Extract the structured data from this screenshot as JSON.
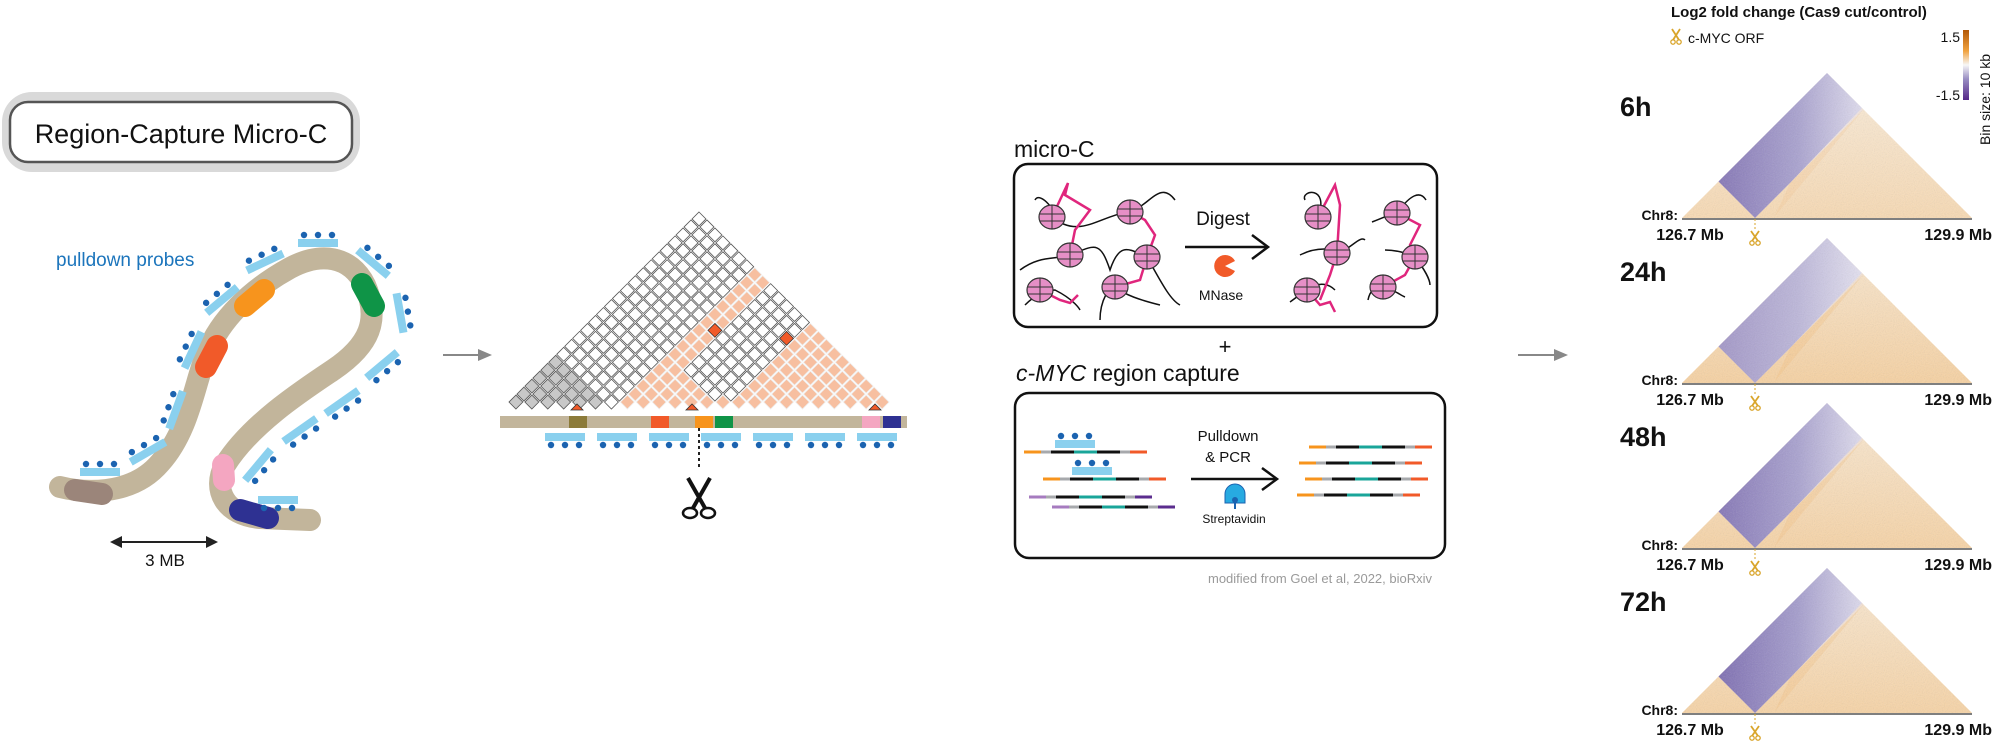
{
  "title_badge": "Region-Capture Micro-C",
  "chromatin": {
    "probe_label": "pulldown probes",
    "scale_label": "3 MB"
  },
  "micro_c": {
    "title": "micro-C",
    "step": "Digest",
    "enzyme": "MNase"
  },
  "plus": "+",
  "capture": {
    "title_italic": "c-MYC",
    "title_rest": " region capture",
    "step_line1": "Pulldown",
    "step_line2": "& PCR",
    "reagent": "Streptavidin"
  },
  "credit": "modified from Goel et al, 2022, bioRxiv",
  "heatmap_legend": {
    "title": "Log2 fold change (Cas9 cut/control)",
    "marker_label": "c-MYC ORF",
    "colorbar_max": "1.5",
    "colorbar_min": "-1.5",
    "bin_size": "Bin size: 10 kb",
    "color_high": "#b35806",
    "color_mid": "#f7f7f7",
    "color_low": "#542788"
  },
  "panels": [
    {
      "label": "6h",
      "chrom": "Chr8:",
      "start": "126.7 Mb",
      "end": "129.9 Mb",
      "loss": 0.75,
      "gain": 0.35
    },
    {
      "label": "24h",
      "chrom": "Chr8:",
      "start": "126.7 Mb",
      "end": "129.9 Mb",
      "loss": 0.55,
      "gain": 0.55
    },
    {
      "label": "48h",
      "chrom": "Chr8:",
      "start": "126.7 Mb",
      "end": "129.9 Mb",
      "loss": 0.75,
      "gain": 0.5
    },
    {
      "label": "72h",
      "chrom": "Chr8:",
      "start": "126.7 Mb",
      "end": "129.9 Mb",
      "loss": 0.8,
      "gain": 0.5
    }
  ],
  "colors": {
    "chromatin": "#c2b59b",
    "probe": "#8ad0ee",
    "probe_dot": "#1b63b0",
    "label_blue": "#1c75bc",
    "scissors_gold": "#d9a52b"
  }
}
